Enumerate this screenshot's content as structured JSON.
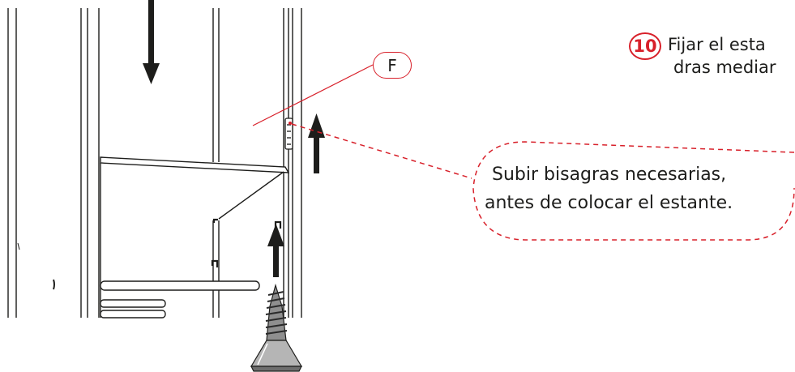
{
  "step": {
    "number": "10",
    "line1": "Fijar el esta",
    "line2": "dras mediar"
  },
  "part_label": "F",
  "note": {
    "line1": "Subir bisagras necesarias,",
    "line2": "antes de colocar el estante."
  },
  "colors": {
    "accent": "#d8202a",
    "line": "#1d1d1b",
    "arrow": "#1d1d1b"
  },
  "icons": [
    "down-arrow-icon",
    "up-arrow-icon",
    "screw-icon",
    "hinge-icon"
  ]
}
